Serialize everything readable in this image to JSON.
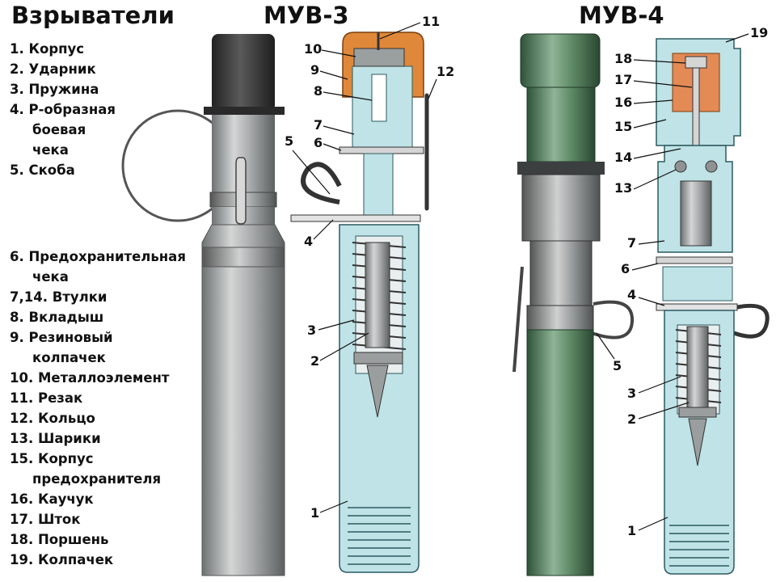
{
  "header": {
    "title": "Взрыватели",
    "muv3_label": "МУВ-3",
    "muv4_label": "МУВ-4"
  },
  "legend": {
    "group_a": [
      "1. Корпус",
      "2. Ударник",
      "3. Пружина",
      "4. Р-образная",
      "боевая",
      "чека",
      "5. Скоба"
    ],
    "group_b": [
      "6. Предохранительная",
      "чека",
      "7,14. Втулки",
      "8. Вкладыш",
      "9. Резиновый",
      "колпачек",
      "10. Металлоэлемент",
      "11. Резак",
      "12. Кольцо",
      "13. Шарики",
      "15. Корпус",
      "предохранителя",
      "16. Каучук",
      "17. Шток",
      "18. Поршень",
      "19. Колпачек"
    ]
  },
  "callouts_muv3": [
    "11",
    "10",
    "9",
    "8",
    "7",
    "6",
    "5",
    "12",
    "4",
    "3",
    "2",
    "1"
  ],
  "callouts_muv4": [
    "19",
    "18",
    "17",
    "16",
    "15",
    "14",
    "13",
    "7",
    "6",
    "4",
    "5",
    "3",
    "2",
    "1"
  ],
  "colors": {
    "steel_light": "#b9bcbc",
    "steel_dark": "#6e7272",
    "cap_dark": "#3a3a3a",
    "section_blue": "#bfe3e6",
    "section_outline": "#2c5a60",
    "rubber_orange": "#e0883a",
    "muv4_green": "#5f8a66",
    "muv4_green_dark": "#2f5238",
    "rubber_muv4": "#e38a55"
  }
}
